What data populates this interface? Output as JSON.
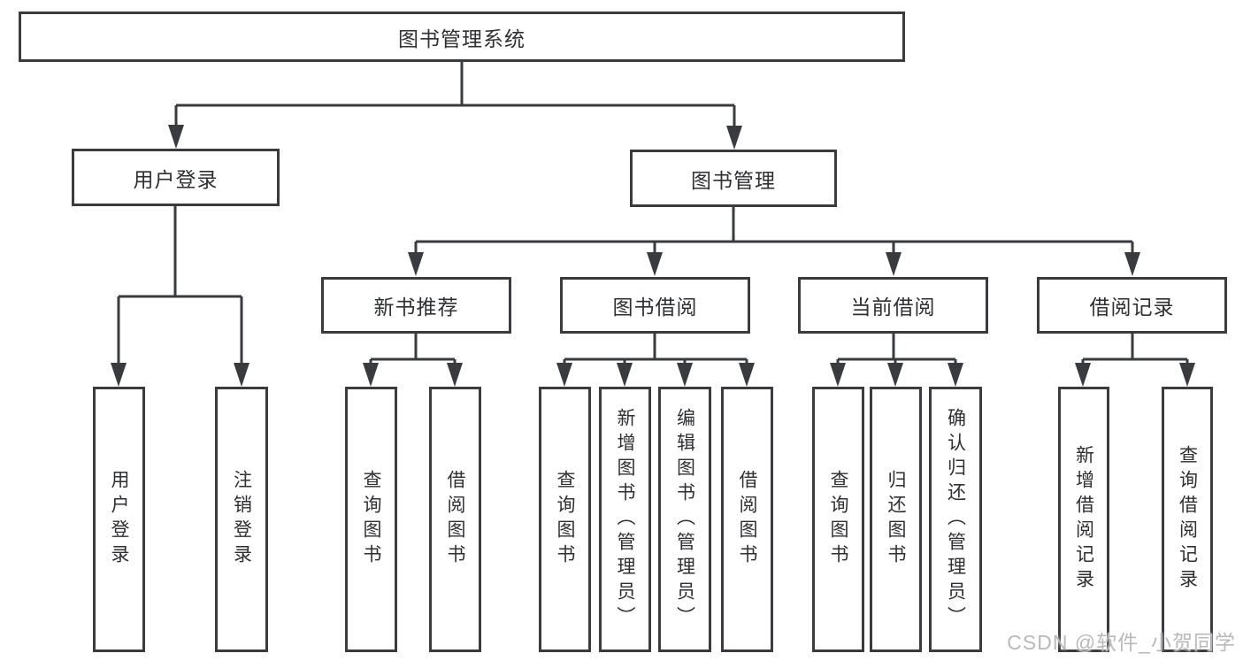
{
  "diagram": {
    "title": "图书管理系统",
    "level2": {
      "user_login": "用户登录",
      "book_mgmt": "图书管理"
    },
    "level3": {
      "new_books": "新书推荐",
      "book_borrow": "图书借阅",
      "current_borrow": "当前借阅",
      "borrow_records": "借阅记录"
    },
    "leaves": {
      "user_login": "用户登录",
      "logout": "注销登录",
      "nb_query": "查询图书",
      "nb_borrow": "借阅图书",
      "bb_query": "查询图书",
      "bb_add": "新增图书（管理员）",
      "bb_edit": "编辑图书（管理员）",
      "bb_borrow": "借阅图书",
      "cb_query": "查询图书",
      "cb_return": "归还图书",
      "cb_confirm": "确认归还（管理员）",
      "br_add": "新增借阅记录",
      "br_query": "查询借阅记录"
    }
  },
  "watermark": "CSDN @软件_小贺同学",
  "colors": {
    "line": "#3a3b3f",
    "text": "#2e2f33",
    "watermark": "#b9b9bb",
    "background": "#ffffff"
  }
}
